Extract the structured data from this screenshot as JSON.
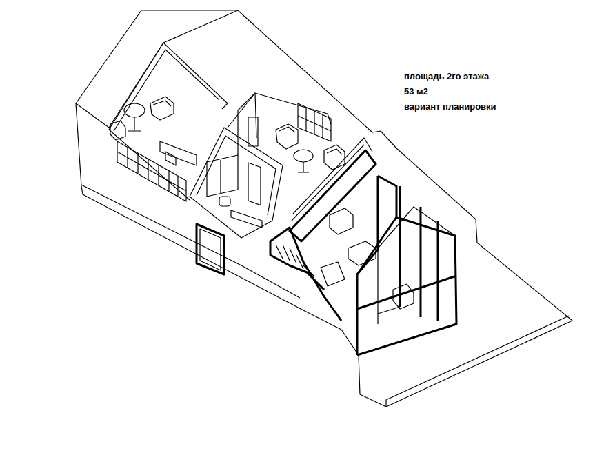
{
  "diagram": {
    "labels": [
      "площадь 2го этажа",
      "53 м2",
      "вариант планировки"
    ]
  }
}
